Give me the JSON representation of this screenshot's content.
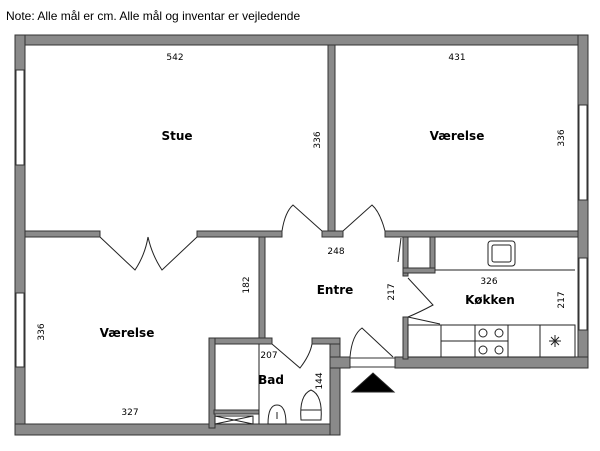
{
  "note": "Note: Alle mål er cm. Alle mål og inventar er vejledende",
  "rooms": {
    "stue": {
      "label": "Stue",
      "width": "542",
      "depth": "336"
    },
    "vaerelse_1": {
      "label": "Værelse",
      "width": "431",
      "depth": "336"
    },
    "vaerelse_2": {
      "label": "Værelse",
      "width": "327",
      "depth": "336",
      "side": "182"
    },
    "entre": {
      "label": "Entre",
      "width": "248",
      "depth": "217"
    },
    "koekken": {
      "label": "Køkken",
      "width": "326",
      "depth": "217"
    },
    "bad": {
      "label": "Bad",
      "width": "207",
      "depth": "144"
    }
  },
  "colors": {
    "wall": "#8a8a8a",
    "outline": "#333333"
  }
}
